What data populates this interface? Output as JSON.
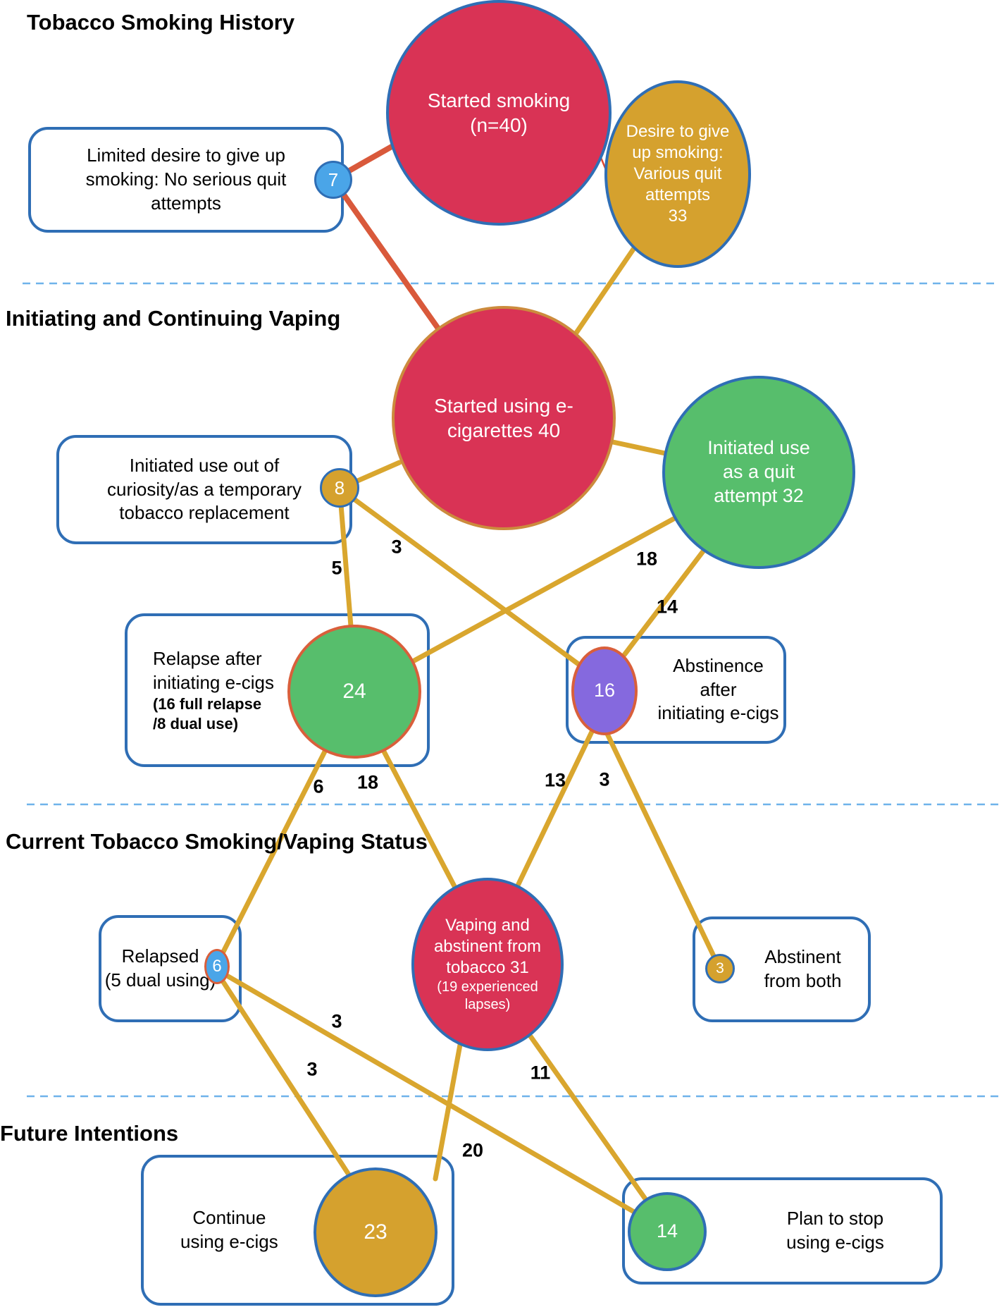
{
  "sections": {
    "s1": {
      "heading": "Tobacco Smoking History"
    },
    "s2": {
      "heading": "Initiating  and Continuing Vaping"
    },
    "s3": {
      "heading": "Current Tobacco Smoking/Vaping Status"
    },
    "s4": {
      "heading": "Future Intentions"
    }
  },
  "nodes": {
    "started_smoking": {
      "label": "Started smoking\n(n=40)"
    },
    "desire_quit": {
      "label": "Desire to give\nup smoking:\nVarious quit\nattempts\n33"
    },
    "limited_desire": {
      "label": "Limited desire to give up\nsmoking: No serious quit\nattempts",
      "count": "7"
    },
    "started_ecig": {
      "label": "Started using e-\ncigarettes 40"
    },
    "initiated_quit_attempt": {
      "label": "Initiated use\nas a quit\nattempt 32"
    },
    "curiosity": {
      "label": "Initiated use out of\ncuriosity/as a temporary\ntobacco replacement",
      "count": "8"
    },
    "relapse_after_ecig": {
      "label": "Relapse after\ninitiating e-cigs",
      "sublabel": "(16 full relapse\n/8 dual use)",
      "count": "24"
    },
    "abstinence_after_ecig": {
      "label": "Abstinence after\ninitiating e-cigs",
      "count": "16"
    },
    "relapsed": {
      "label": "Relapsed\n(5 dual using)",
      "count": "6"
    },
    "vaping_abstinent": {
      "label": "Vaping and\nabstinent from\ntobacco  31",
      "sublabel": "(19 experienced\nlapses)"
    },
    "abstinent_both": {
      "label": "Abstinent\nfrom both",
      "count": "3"
    },
    "continue_ecig": {
      "label": "Continue\nusing e-cigs",
      "count": "23"
    },
    "plan_stop_ecig": {
      "label": "Plan to stop\nusing e-cigs",
      "count": "14"
    }
  },
  "edge_labels": {
    "curiosity_to_relapse": "5",
    "curiosity_to_abstinence": "3",
    "quit_attempt_to_relapse": "18",
    "quit_attempt_to_abstinence": "14",
    "relapse_to_relapsed": "6",
    "relapse_to_vaping_abstinent": "18",
    "abstinence_to_vaping_abstinent": "13",
    "abstinence_to_abstinent_both": "3",
    "relapsed_to_plan_stop": "3",
    "relapsed_to_continue": "3",
    "vaping_abstinent_to_continue": "20",
    "vaping_abstinent_to_plan_stop": "11"
  },
  "edges": [
    {
      "from": "started_smoking",
      "to": "limited_desire",
      "label": "7"
    },
    {
      "from": "limited_desire",
      "to": "started_ecig",
      "label": ""
    },
    {
      "from": "started_smoking",
      "to": "desire_quit",
      "label": "33"
    },
    {
      "from": "desire_quit",
      "to": "started_ecig",
      "label": ""
    },
    {
      "from": "started_ecig",
      "to": "curiosity",
      "label": "8"
    },
    {
      "from": "started_ecig",
      "to": "initiated_quit_attempt",
      "label": "32"
    },
    {
      "from": "curiosity",
      "to": "relapse_after_ecig",
      "label": "5"
    },
    {
      "from": "curiosity",
      "to": "abstinence_after_ecig",
      "label": "3"
    },
    {
      "from": "initiated_quit_attempt",
      "to": "relapse_after_ecig",
      "label": "18"
    },
    {
      "from": "initiated_quit_attempt",
      "to": "abstinence_after_ecig",
      "label": "14"
    },
    {
      "from": "relapse_after_ecig",
      "to": "relapsed",
      "label": "6"
    },
    {
      "from": "relapse_after_ecig",
      "to": "vaping_abstinent",
      "label": "18"
    },
    {
      "from": "abstinence_after_ecig",
      "to": "vaping_abstinent",
      "label": "13"
    },
    {
      "from": "abstinence_after_ecig",
      "to": "abstinent_both",
      "label": "3"
    },
    {
      "from": "relapsed",
      "to": "continue_ecig",
      "label": "3"
    },
    {
      "from": "relapsed",
      "to": "plan_stop_ecig",
      "label": "3"
    },
    {
      "from": "vaping_abstinent",
      "to": "continue_ecig",
      "label": "20"
    },
    {
      "from": "vaping_abstinent",
      "to": "plan_stop_ecig",
      "label": "11"
    }
  ],
  "colors": {
    "crimson": "#D93355",
    "gold": "#D5A12E",
    "green": "#57BE6C",
    "purple": "#8569DE",
    "blue_border": "#2F6EB5",
    "light_blue": "#4AA5E8",
    "orange_red_line": "#D9593B",
    "gold_line": "#D9A62E",
    "dashed_separator": "#6FB3EA"
  }
}
